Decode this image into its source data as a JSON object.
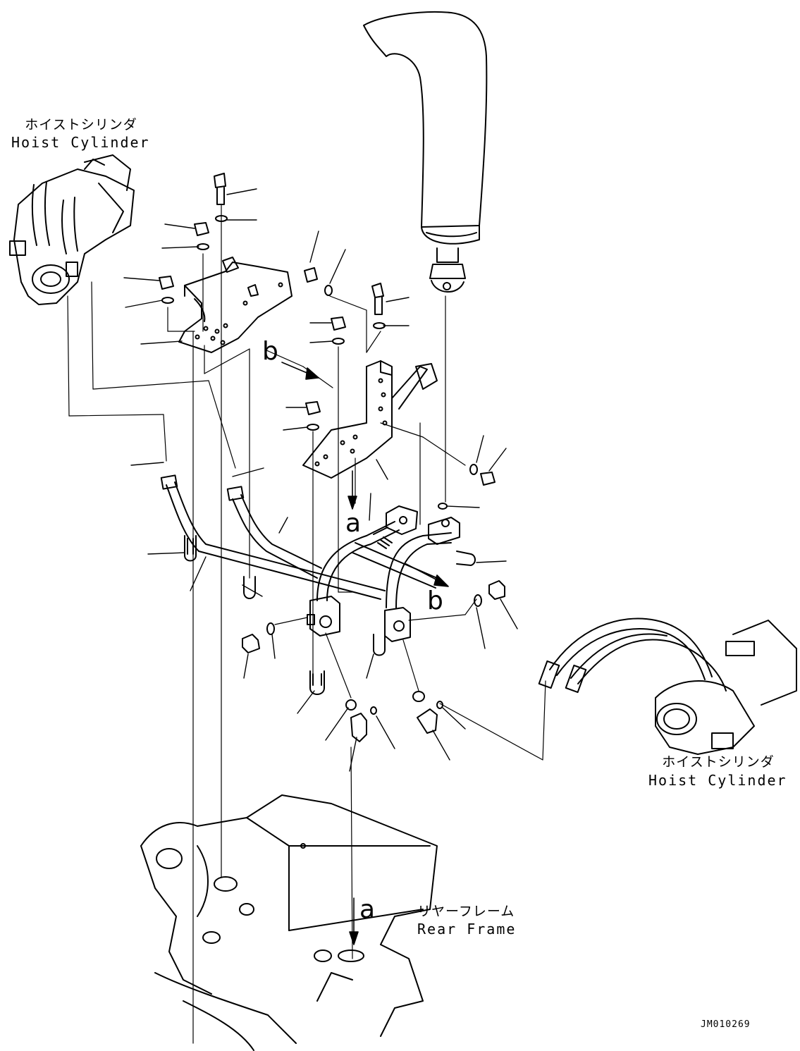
{
  "labels": {
    "hoist_cylinder_left": {
      "jp": "ホイストシリンダ",
      "en": "Hoist Cylinder"
    },
    "hoist_cylinder_right": {
      "jp": "ホイストシリンダ",
      "en": "Hoist Cylinder"
    },
    "rear_frame": {
      "jp": "リヤーフレーム",
      "en": "Rear Frame"
    }
  },
  "refs": {
    "a_top": "a",
    "a_bottom": "a",
    "b_top": "b",
    "b_bottom": "b"
  },
  "drawing_code": "JM010269"
}
